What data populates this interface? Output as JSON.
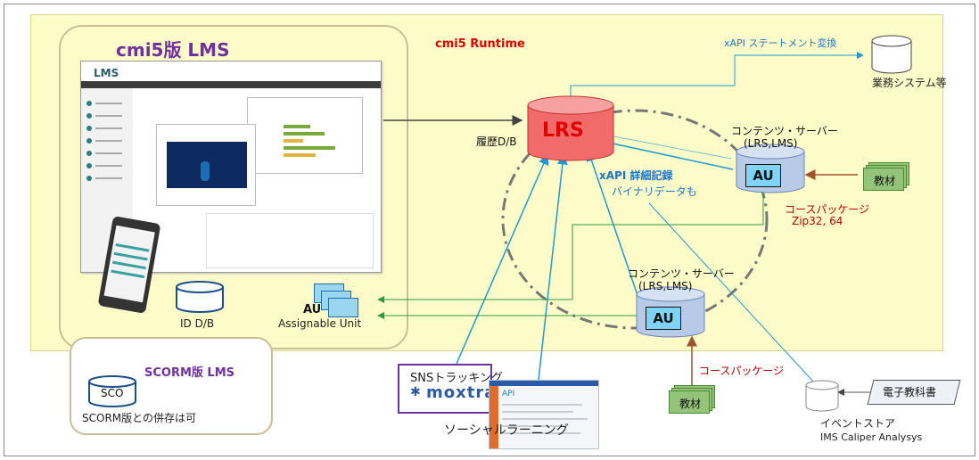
{
  "labels": {
    "cmi5_lms": "cmi5版 LMS",
    "runtime": "cmi5 Runtime",
    "xapi_convert": "xAPI ステートメント変換",
    "business_system": "業務システム等",
    "history_db": "履歴D/B",
    "lrs": "LRS",
    "xapi_detail": "xAPI 詳細記録",
    "binary_data": "バイナリデータも",
    "content_server_1_line1": "コンテンツ・サーバー",
    "content_server_1_line2": "(LRS,LMS)",
    "content_server_2_line1": "コンテンツ・サーバー",
    "content_server_2_line2": "(LRS,LMS)",
    "au_1": "AU",
    "au_2": "AU",
    "course_package_1_line1": "コースパッケージ",
    "course_package_1_line2": "Zip32, 64",
    "course_package_2": "コースパッケージ",
    "material_1": "教材",
    "material_2": "教材",
    "au_title": "AU",
    "au_subtitle": "Assignable Unit",
    "id_db": "ID D/B",
    "scorm_lms": "SCORM版 LMS",
    "sco": "SCO",
    "scorm_coexist": "SCORM版との併存は可",
    "sns_tracking": "SNSトラッキング",
    "moxtra": "moxtra",
    "social_learning": "ソーシャルラーニング",
    "social_api": "API",
    "event_store_line1": "イベントストア",
    "event_store_line2": "IMS Caliper Analysys",
    "ebook": "電子教科書",
    "screenshot_logo": "LMS"
  },
  "colors": {
    "runtime_bg": "#fdfcc8",
    "lms_title": "#7030a0",
    "runtime_title": "#e00000",
    "xapi_blue": "#1f77c8",
    "lrs_red": "#e00000",
    "au_cyan": "#7fd3f4",
    "course_red": "#c00000",
    "green_arrow": "#2e9a3e",
    "material_green": "#94c47a"
  }
}
